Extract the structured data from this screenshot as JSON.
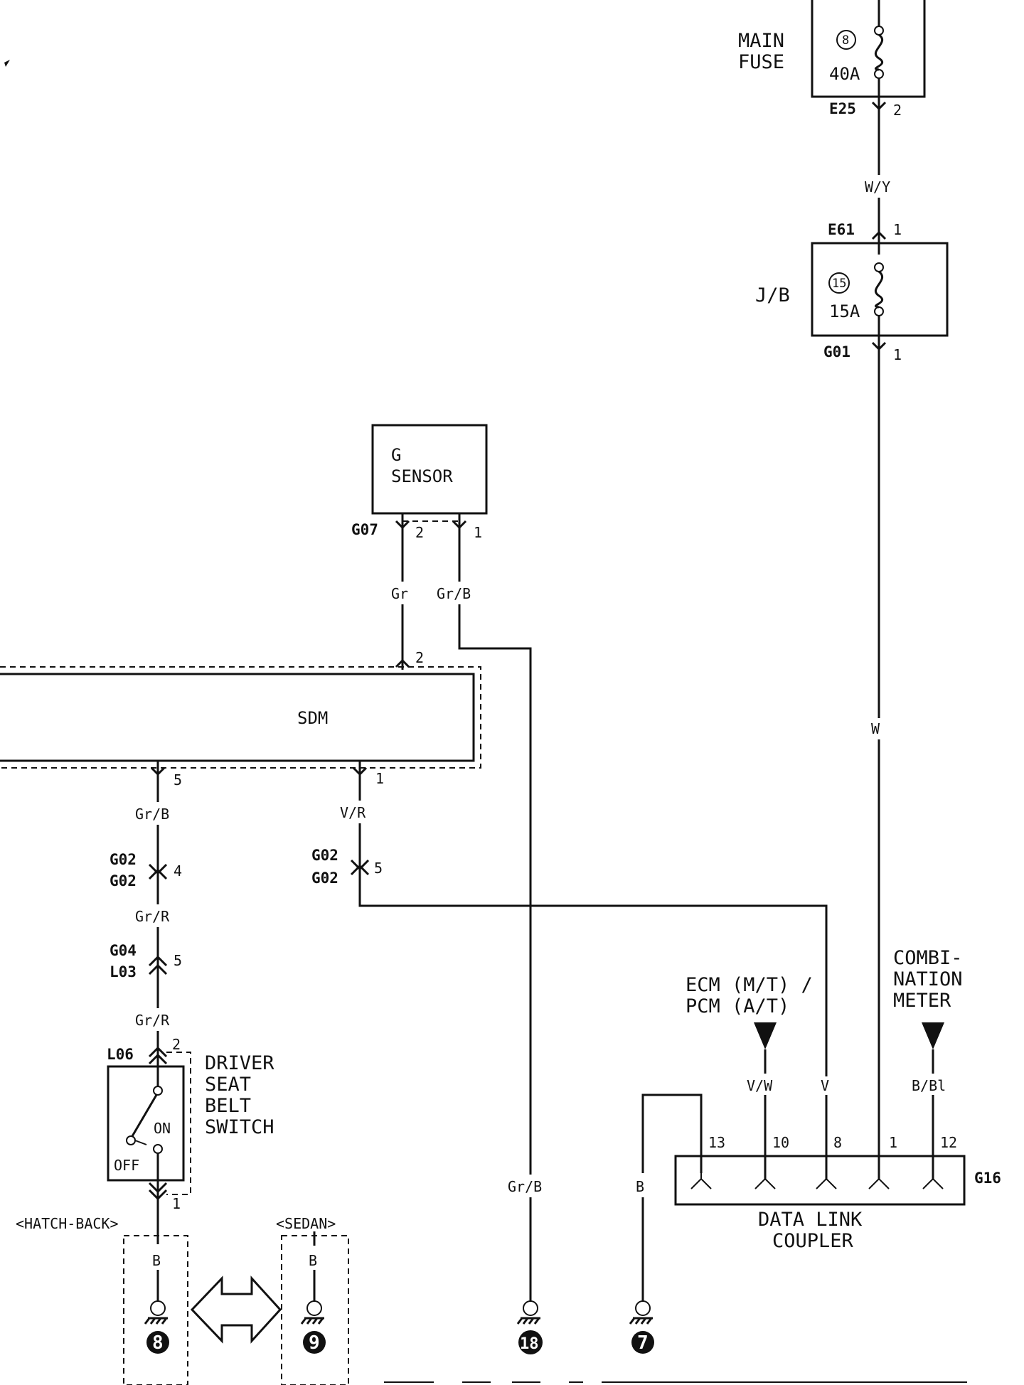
{
  "components": {
    "main_fuse": {
      "label_line1": "MAIN",
      "label_line2": "FUSE",
      "fuse_no": "8",
      "rating": "40A"
    },
    "jb": {
      "label": "J/B",
      "fuse_no": "15",
      "rating": "15A"
    },
    "g_sensor": {
      "label_line1": "G",
      "label_line2": "SENSOR"
    },
    "sdm": {
      "label": "SDM"
    },
    "belt_switch": {
      "line1": "DRIVER",
      "line2": "SEAT",
      "line3": "BELT",
      "line4": "SWITCH",
      "on": "ON",
      "off": "OFF"
    },
    "ecm": {
      "line1": "ECM (M/T) /",
      "line2": "PCM (A/T)"
    },
    "combination_meter": {
      "line1": "COMBI-",
      "line2": "NATION",
      "line3": "METER"
    },
    "dlc": {
      "line1": "DATA LINK",
      "line2": "COUPLER"
    }
  },
  "connectors": {
    "e25": "E25",
    "e61": "E61",
    "g01": "G01",
    "g07": "G07",
    "g02a": "G02",
    "g02b": "G02",
    "g02c": "G02",
    "g02d": "G02",
    "g04": "G04",
    "l03": "L03",
    "l06": "L06",
    "g16": "G16"
  },
  "pins": {
    "e25": "2",
    "e61": "1",
    "g01": "1",
    "g07_a": "2",
    "g07_b": "1",
    "sdm_top": "2",
    "sdm_5": "5",
    "sdm_1": "1",
    "g02_left": "4",
    "g02_right": "5",
    "g04": "5",
    "l06": "2",
    "switch_out": "1",
    "dlc_13": "13",
    "dlc_10": "10",
    "dlc_8": "8",
    "dlc_1": "1",
    "dlc_12": "12"
  },
  "wires": {
    "wy": "W/Y",
    "w": "W",
    "gr": "Gr",
    "grb_sensor": "Gr/B",
    "grb_sdm": "Gr/B",
    "vr": "V/R",
    "grr_1": "Gr/R",
    "grr_2": "Gr/R",
    "grb_ground": "Gr/B",
    "vw": "V/W",
    "v": "V",
    "bbl": "B/Bl",
    "b_dlc": "B",
    "b_hatch": "B",
    "b_sedan": "B"
  },
  "variants": {
    "hatch": "<HATCH-BACK>",
    "sedan": "<SEDAN>"
  },
  "grounds": {
    "g8": "8",
    "g9": "9",
    "g18": "18",
    "g7": "7"
  }
}
